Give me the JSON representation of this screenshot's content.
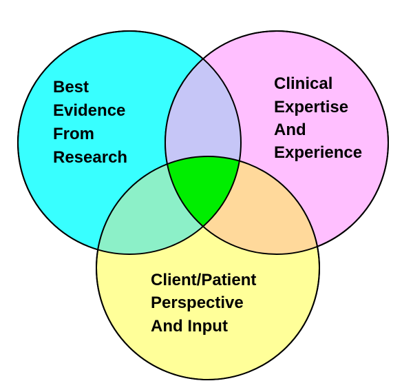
{
  "diagram": {
    "type": "venn-3",
    "sets": [
      {
        "id": "research",
        "color": "#38FFFF",
        "label_lines": [
          "Best",
          "Evidence",
          "From",
          "Research"
        ]
      },
      {
        "id": "clinical",
        "color": "#FFBFFF",
        "label_lines": [
          "Clinical",
          "Expertise",
          "And",
          "Experience"
        ]
      },
      {
        "id": "patient",
        "color": "#FFFF99",
        "label_lines": [
          "Client/Patient",
          "Perspective",
          "And Input"
        ]
      }
    ],
    "overlap_colors": {
      "research_clinical": "#C6C6F7",
      "research_patient": "#8CF0C8",
      "clinical_patient": "#FFD99B",
      "all_three": "#00EE00"
    }
  }
}
